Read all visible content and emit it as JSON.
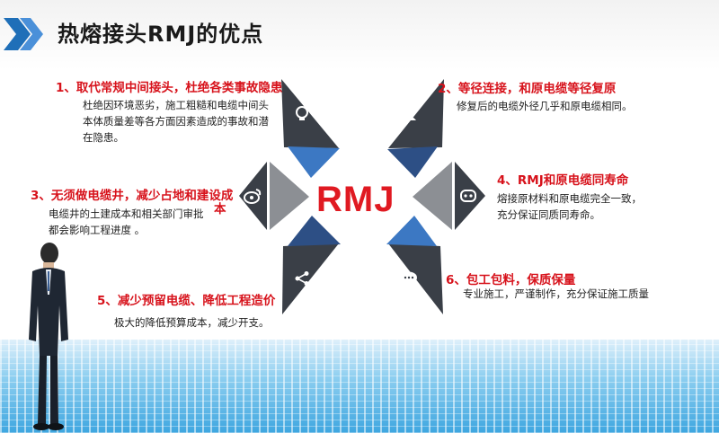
{
  "page": {
    "title": "热熔接头RMJ的优点"
  },
  "center_label": "RMJ",
  "items": [
    {
      "heading": "1、取代常规中间接头，杜绝各类事故隐患",
      "lines": [
        "杜绝因环境恶劣，施工粗糙和电缆中间头",
        "本体质量差等各方面因素造成的事故和潜",
        "在隐患。"
      ],
      "icon": "lightbulb-icon"
    },
    {
      "heading": "2、等径连接，和原电缆等径复原",
      "lines": [
        "修复后的电缆外径几乎和原电缆相同。"
      ],
      "icon": "person-icon"
    },
    {
      "heading": "3、无须做电缆井，减少占地和建设成",
      "heading_wrap": "本",
      "lines": [
        "电缆井的土建成本和相关部门审批",
        "都会影响工程进度 。"
      ],
      "icon": "weibo-icon"
    },
    {
      "heading": "4、RMJ和原电缆同寿命",
      "lines": [
        "熔接原材料和原电缆完全一致，",
        "充分保证同质同寿命。"
      ],
      "icon": "robot-icon"
    },
    {
      "heading": "5、减少预留电缆、降低工程造价",
      "lines": [
        "极大的降低预算成本，减少开支。"
      ],
      "icon": "share-icon"
    },
    {
      "heading": "6、包工包料，保质保量",
      "lines": [
        "专业施工，严谨制作，充分保证施工质量"
      ],
      "icon": "chat-icon"
    }
  ],
  "colors": {
    "accent_red": "#d7121b",
    "dark_triangle": "#3a3f47",
    "blue_triangle": "#3c78c3",
    "navy_triangle": "#2d4f85",
    "grey_triangle": "#8c8f94",
    "title_chevron": "#1f6fb8"
  }
}
